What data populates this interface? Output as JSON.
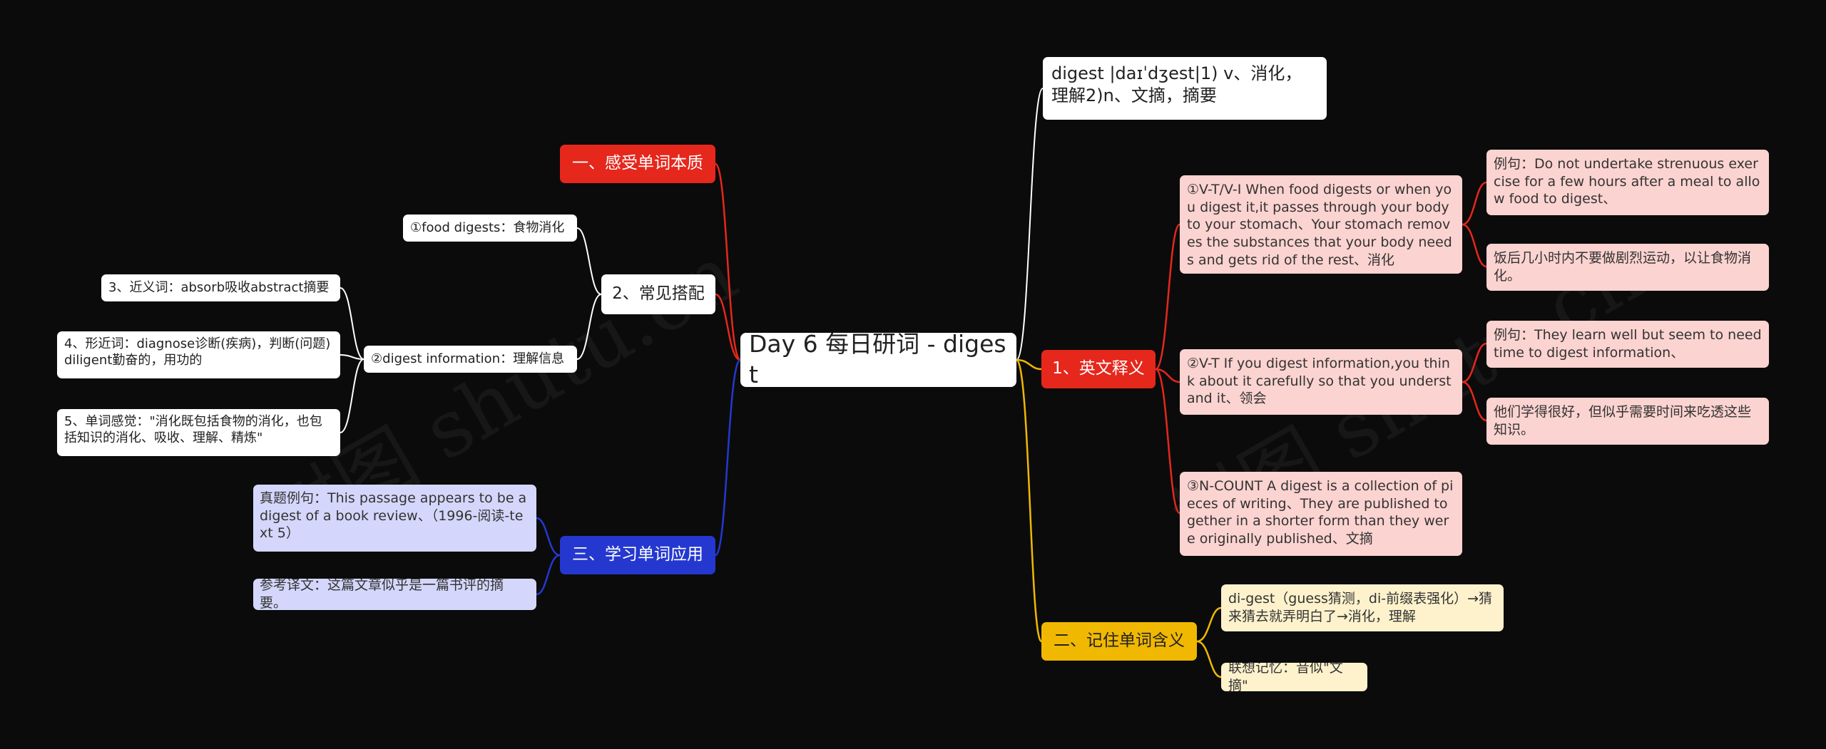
{
  "center": {
    "label": "Day 6 每日研词 - digest"
  },
  "top_definition": {
    "text": "digest |daɪˈdʒest|1) v、消化，理解2)n、文摘，摘要"
  },
  "branches": {
    "feel": {
      "label": "一、感受单词本质",
      "color": "#e6271c"
    },
    "collocations": {
      "label": "2、常见搭配"
    },
    "apply": {
      "label": "三、学习单词应用",
      "color": "#2438d0"
    },
    "english": {
      "label": "1、英文释义",
      "color": "#e6271c"
    },
    "remember": {
      "label": "二、记住单词含义",
      "color": "#f0b800"
    }
  },
  "collocations": {
    "food": "①food digests：食物消化",
    "info": "②digest information：理解信息",
    "synonym": "3、近义词：absorb吸收abstract摘要",
    "similar": "4、形近词：diagnose诊断(疾病)，判断(问题)diligent勤奋的，用功的",
    "feeling": "5、单词感觉：\"消化既包括食物的消化，也包括知识的消化、吸收、理解、精炼\""
  },
  "apply": {
    "example": "真题例句：This passage appears to be a digest of a book review、（1996-阅读-text 5）",
    "translation": "参考译文：这篇文章似乎是一篇书评的摘要。"
  },
  "english": {
    "def1": "①V-T/V-I When food digests or when you digest it,it passes through your body to  your stomach、Your stomach removes the substances that your body needs and gets rid of the rest、消化",
    "def1_ex": "例句：Do not undertake strenuous exercise for a few hours after a meal to allow food to digest、",
    "def1_zh": "饭后几小时内不要做剧烈运动，以让食物消化。",
    "def2": "②V-T If you digest information,you think about it carefully so that you understand it、领会",
    "def2_ex": "例句：They learn well but seem to need time to digest information、",
    "def2_zh": "他们学得很好，但似乎需要时间来吃透这些知识。",
    "def3": "③N-COUNT A digest is a collection of pieces of writing、They are published together in a shorter form than they were originally published、文摘"
  },
  "remember": {
    "etym": "di-gest（guess猜测，di-前缀表强化）→猜来猜去就弄明白了→消化，理解",
    "assoc": "联想记忆：音似\"文摘\""
  },
  "colors": {
    "background": "#0b0b0b",
    "red": "#e6271c",
    "blue": "#2438d0",
    "yellow": "#f0b800",
    "pink": "#fbd3d0",
    "lavender": "#d4d7fb",
    "cream": "#fdf2cc"
  }
}
